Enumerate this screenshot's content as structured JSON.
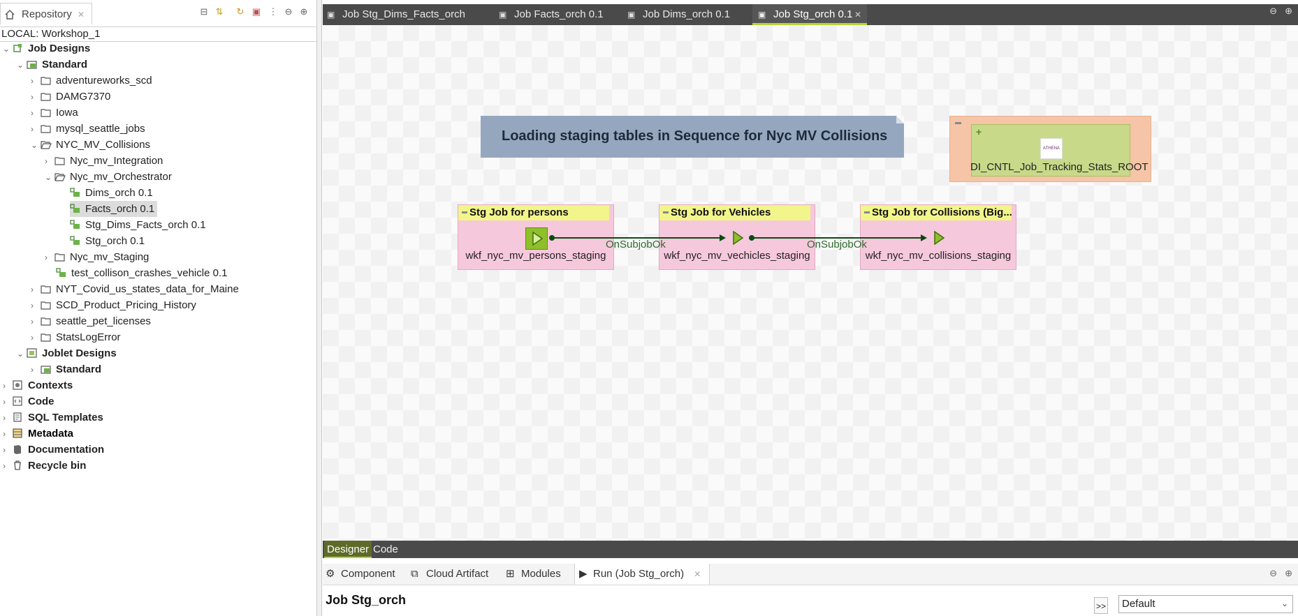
{
  "repository": {
    "tab_label": "Repository",
    "local_label": "LOCAL: Workshop_1"
  },
  "tree": [
    {
      "label": "Job Designs",
      "bold": true
    },
    {
      "label": "Standard",
      "bold": true
    },
    {
      "label": "adventureworks_scd"
    },
    {
      "label": "DAMG7370"
    },
    {
      "label": "Iowa"
    },
    {
      "label": "mysql_seattle_jobs"
    },
    {
      "label": "NYC_MV_Collisions"
    },
    {
      "label": "Nyc_mv_Integration"
    },
    {
      "label": "Nyc_mv_Orchestrator"
    },
    {
      "label": "Dims_orch 0.1"
    },
    {
      "label": "Facts_orch 0.1",
      "selected": true
    },
    {
      "label": "Stg_Dims_Facts_orch 0.1"
    },
    {
      "label": "Stg_orch 0.1"
    },
    {
      "label": "Nyc_mv_Staging"
    },
    {
      "label": "test_collison_crashes_vehicle 0.1"
    },
    {
      "label": "NYT_Covid_us_states_data_for_Maine"
    },
    {
      "label": "SCD_Product_Pricing_History"
    },
    {
      "label": "seattle_pet_licenses"
    },
    {
      "label": "StatsLogError"
    },
    {
      "label": "Joblet Designs",
      "bold": true
    },
    {
      "label": "Standard",
      "bold": true
    },
    {
      "label": "Contexts",
      "bold": true
    },
    {
      "label": "Code",
      "bold": true
    },
    {
      "label": "SQL Templates",
      "bold": true
    },
    {
      "label": "Metadata",
      "bold": true
    },
    {
      "label": "Documentation",
      "bold": true
    },
    {
      "label": "Recycle bin",
      "bold": true
    }
  ],
  "editor_tabs": [
    {
      "label": "Job Stg_Dims_Facts_orch 0.1"
    },
    {
      "label": "Job Facts_orch 0.1"
    },
    {
      "label": "Job Dims_orch 0.1"
    },
    {
      "label": "Job Stg_orch 0.1",
      "active": true
    }
  ],
  "canvas": {
    "note_text": "Loading staging tables in Sequence for Nyc MV Collisions",
    "root_component": "DI_CNTL_Job_Tracking_Stats_ROOT",
    "root_logo_text": "ATHENA",
    "subjobs": [
      {
        "title": "Stg Job for persons",
        "component": "wkf_nyc_mv_persons_staging"
      },
      {
        "title": "Stg Job for Vehicles",
        "component": "wkf_nyc_mv_vechicles_staging"
      },
      {
        "title": "Stg Job for Collisions (Big...",
        "component": "wkf_nyc_mv_collisions_staging"
      }
    ],
    "links": [
      "OnSubjobOk",
      "OnSubjobOk"
    ]
  },
  "bottom_tabs": [
    {
      "label": "Designer",
      "active": true
    },
    {
      "label": "Code"
    }
  ],
  "views": [
    {
      "label": "Component",
      "icon": "component-icon"
    },
    {
      "label": "Cloud Artifact",
      "icon": "cloud-artifact-icon"
    },
    {
      "label": "Modules",
      "icon": "modules-icon"
    },
    {
      "label": "Run (Job Stg_orch)",
      "icon": "run-icon",
      "active": true
    }
  ],
  "run": {
    "title": "Job Stg_orch",
    "more_label": ">>",
    "context_value": "Default"
  }
}
